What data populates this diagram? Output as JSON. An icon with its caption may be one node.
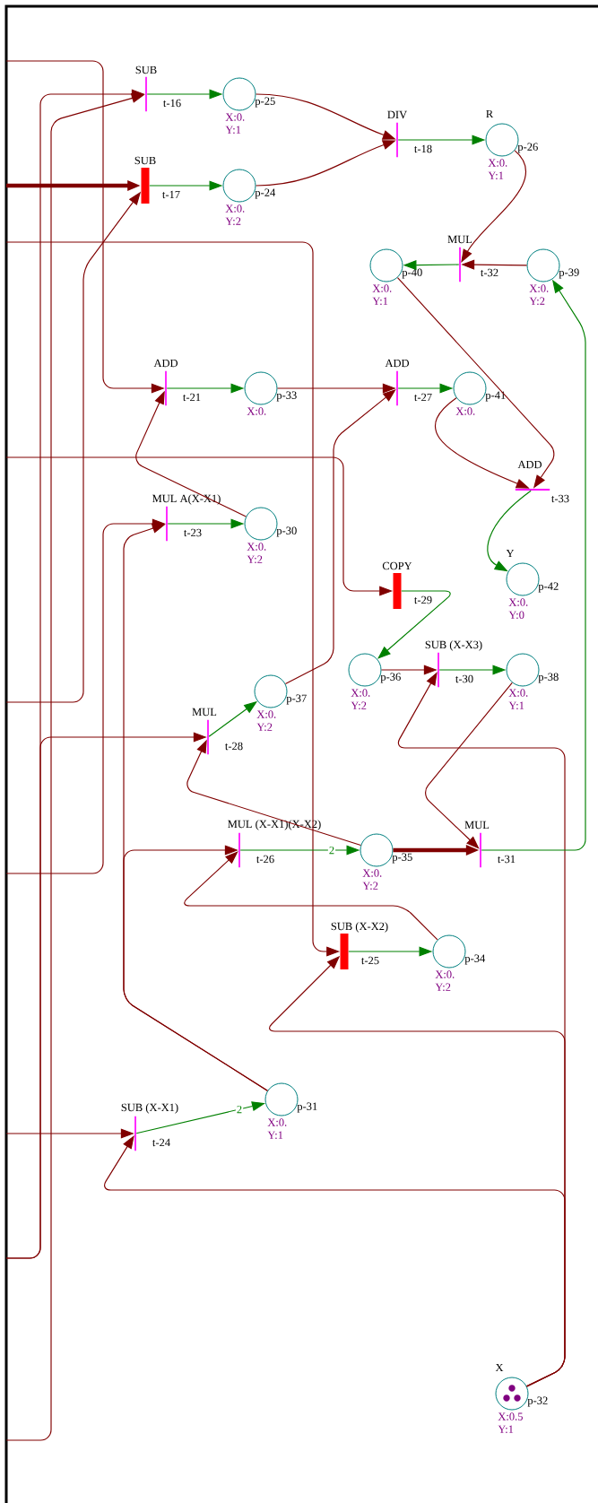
{
  "diagram": {
    "nodes": [
      {
        "text": [
          "SUB"
        ],
        "beside": [
          "t-16"
        ]
      },
      {
        "text": [],
        "shape": "circle",
        "beside": [
          "p-25",
          "X:0. Y:1"
        ]
      },
      {
        "text": [
          "DIV"
        ],
        "beside": [
          "t-18"
        ]
      },
      {
        "text": [
          "R"
        ],
        "beside": [
          "p-26",
          "X:0. Y:1"
        ]
      },
      {
        "text": [
          "SUB"
        ],
        "beside": [
          "t-17"
        ]
      },
      {
        "text": [],
        "shape": "circle",
        "beside": [
          "p-24",
          "X:0. Y:2"
        ]
      },
      {
        "text": [],
        "shape": "circle",
        "beside": [
          "p-40",
          "X:0. Y:1"
        ]
      },
      {
        "text": [
          "MUL"
        ],
        "beside": [
          "t-32"
        ]
      },
      {
        "text": [],
        "shape": "circle",
        "beside": [
          "p-39",
          "X:0. Y:2"
        ]
      },
      {
        "text": [
          "ADD"
        ],
        "beside": [
          "t-21"
        ]
      },
      {
        "text": [],
        "shape": "circle",
        "beside": [
          "p-33",
          "X:0."
        ]
      },
      {
        "text": [
          "ADD"
        ],
        "beside": [
          "t-27"
        ]
      },
      {
        "text": [],
        "shape": "circle",
        "beside": [
          "p-41",
          "X:0."
        ]
      },
      {
        "text": [
          "ADD"
        ],
        "beside": [
          "t-33"
        ]
      },
      {
        "text": [
          "MUL A(X-X1)"
        ],
        "beside": [
          "t-23"
        ]
      },
      {
        "text": [],
        "shape": "circle",
        "beside": [
          "p-30",
          "X:0. Y:2"
        ]
      },
      {
        "text": [
          "COPY"
        ],
        "beside": [
          "t-29"
        ]
      },
      {
        "text": [
          "Y"
        ],
        "beside": [
          "p-42",
          "X:0. Y:0"
        ]
      },
      {
        "text": [],
        "shape": "circle",
        "beside": [
          "p-36",
          "X:0. Y:2"
        ]
      },
      {
        "text": [
          "SUB (X-X3)"
        ],
        "beside": [
          "t-30"
        ]
      },
      {
        "text": [],
        "shape": "circle",
        "beside": [
          "p-38",
          "X:0. Y:1"
        ]
      },
      {
        "text": [],
        "shape": "circle",
        "beside": [
          "p-37",
          "X:0. Y:2"
        ]
      },
      {
        "text": [
          "MUL"
        ],
        "beside": [
          "t-28"
        ]
      },
      {
        "text": [
          "MUL (X-X1)(X-X2)"
        ],
        "beside": [
          "t-26"
        ]
      },
      {
        "text": [],
        "shape": "circle",
        "beside": [
          "p-35",
          "X:0. Y:2"
        ]
      },
      {
        "text": [
          "MUL"
        ],
        "beside": [
          "t-31"
        ]
      },
      {
        "text": [
          "SUB (X-X2)"
        ],
        "beside": [
          "t-25"
        ]
      },
      {
        "text": [],
        "shape": "circle",
        "beside": [
          "p-34",
          "X:0. Y:2"
        ]
      },
      {
        "text": [],
        "shape": "circle",
        "beside": [
          "p-31",
          "X:0. Y:1"
        ]
      },
      {
        "text": [
          "SUB (X-X1)"
        ],
        "beside": [
          "t-24"
        ]
      },
      {
        "text": [
          "X"
        ],
        "beside": [
          "p-32",
          "X:0.5 Y:1"
        ]
      }
    ],
    "edges": [
      {
        "from": null,
        "to": 0,
        "arrow": "to"
      },
      {
        "from": null,
        "to": 0,
        "arrow": "to"
      },
      {
        "from": null,
        "to": 4,
        "arrow": "to",
        "style": "thick"
      },
      {
        "from": null,
        "to": 4,
        "arrow": "to"
      },
      {
        "from": null,
        "to": 9,
        "arrow": "to"
      },
      {
        "from": null,
        "to": 26,
        "arrow": "to"
      },
      {
        "from": null,
        "to": 16,
        "arrow": "to"
      },
      {
        "from": null,
        "to": 14,
        "arrow": "to"
      },
      {
        "from": null,
        "to": 22,
        "arrow": "to"
      },
      {
        "from": null,
        "to": 29,
        "arrow": "to"
      },
      {
        "from": 1,
        "to": 2,
        "arrow": "to"
      },
      {
        "from": 5,
        "to": 2,
        "arrow": "to"
      },
      {
        "from": 2,
        "to": 3,
        "arrow": "to",
        "color": "#008000"
      },
      {
        "from": 3,
        "to": 7,
        "arrow": "to"
      },
      {
        "from": 8,
        "to": 7,
        "arrow": "to"
      },
      {
        "from": 7,
        "to": 6,
        "arrow": "to",
        "color": "#008000"
      },
      {
        "from": 0,
        "to": 1,
        "arrow": "to",
        "color": "#008000"
      },
      {
        "from": 4,
        "to": 5,
        "arrow": "to",
        "color": "#008000"
      },
      {
        "from": 9,
        "to": 10,
        "arrow": "to",
        "color": "#008000"
      },
      {
        "from": 10,
        "to": 11,
        "arrow": "to"
      },
      {
        "from": 11,
        "to": 12,
        "arrow": "to",
        "color": "#008000"
      },
      {
        "from": 12,
        "to": 13,
        "arrow": "to"
      },
      {
        "from": 6,
        "to": 13,
        "arrow": "to"
      },
      {
        "from": 13,
        "to": 17,
        "arrow": "to",
        "color": "#008000"
      },
      {
        "from": 14,
        "to": 15,
        "arrow": "to",
        "color": "#008000"
      },
      {
        "from": 15,
        "to": 9,
        "arrow": "to"
      },
      {
        "from": 28,
        "to": 14,
        "arrow": "to"
      },
      {
        "from": 28,
        "to": 23,
        "arrow": "to"
      },
      {
        "from": 16,
        "to": 18,
        "arrow": "to",
        "color": "#008000"
      },
      {
        "from": 18,
        "to": 19,
        "arrow": "to"
      },
      {
        "from": 19,
        "to": 20,
        "arrow": "to",
        "color": "#008000"
      },
      {
        "from": 30,
        "to": 19,
        "arrow": "to"
      },
      {
        "from": 30,
        "to": 26,
        "arrow": "to"
      },
      {
        "from": 30,
        "to": 29,
        "arrow": "to"
      },
      {
        "from": 22,
        "to": 21,
        "arrow": "to",
        "color": "#008000"
      },
      {
        "from": 21,
        "to": 11,
        "arrow": "to"
      },
      {
        "from": 24,
        "to": 22,
        "arrow": "to"
      },
      {
        "from": 23,
        "to": 24,
        "arrow": "to",
        "color": "#008000",
        "label": "2"
      },
      {
        "from": 24,
        "to": 25,
        "arrow": "to",
        "style": "thick"
      },
      {
        "from": 20,
        "to": 25,
        "arrow": "to"
      },
      {
        "from": 25,
        "to": 8,
        "arrow": "to",
        "color": "#008000"
      },
      {
        "from": 26,
        "to": 27,
        "arrow": "to",
        "color": "#008000"
      },
      {
        "from": 27,
        "to": 23,
        "arrow": "to"
      },
      {
        "from": 29,
        "to": 28,
        "arrow": "to",
        "color": "#008000",
        "label": "2"
      }
    ]
  }
}
